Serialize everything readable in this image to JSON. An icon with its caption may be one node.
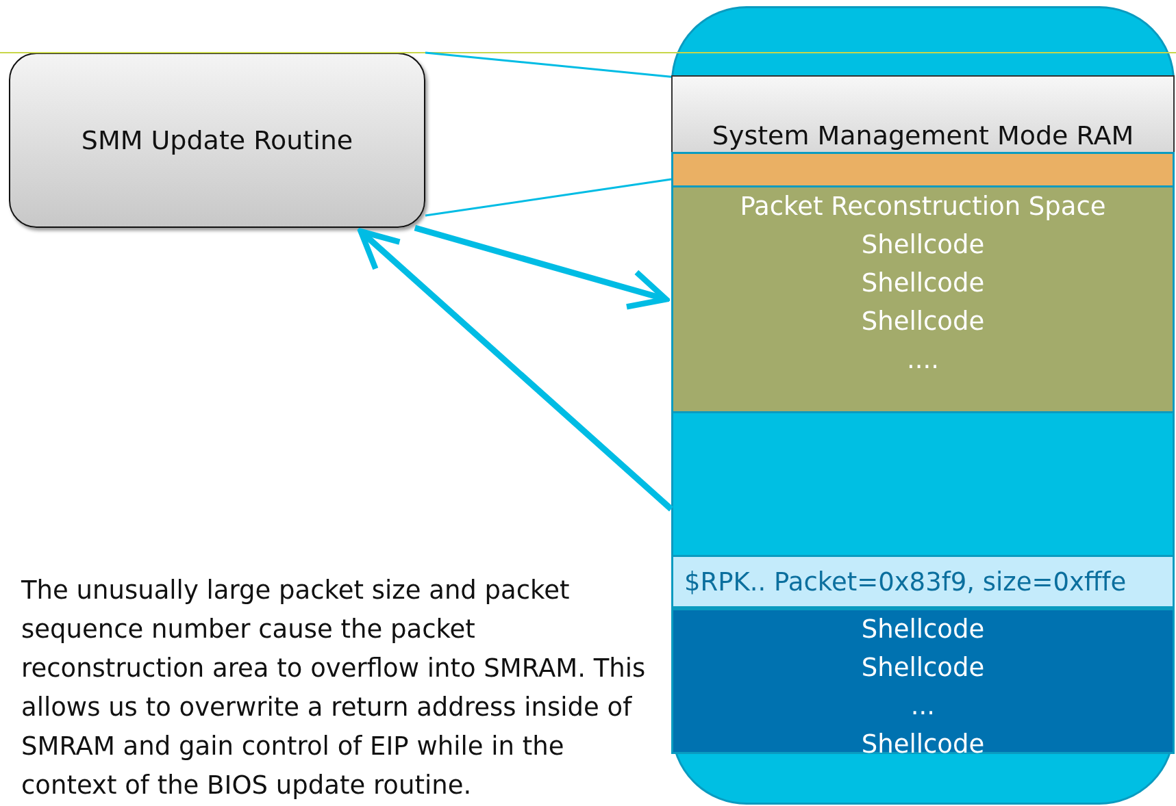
{
  "diagram": {
    "nodes": [
      {
        "text": [
          "SMM Update Routine"
        ]
      },
      {
        "text": [],
        "shape": "box"
      },
      {
        "text": [
          "System Management Mode RAM"
        ],
        "in": 1
      },
      {
        "text": [],
        "shape": "bar",
        "in": 1
      },
      {
        "text": [
          "Packet Reconstruction Space",
          "Shellcode",
          "Shellcode",
          "Shellcode",
          "...."
        ],
        "in": 1
      },
      {
        "text": [
          "$RPK.. Packet=0x83f9, size=0xfffe"
        ],
        "in": 1
      },
      {
        "text": [
          "Shellcode",
          "Shellcode",
          "...",
          "Shellcode"
        ],
        "in": 1
      }
    ],
    "edges": [
      {
        "from": 0,
        "to": 2,
        "arrow": "none"
      },
      {
        "from": 0,
        "to": 3,
        "arrow": "none"
      },
      {
        "from": 0,
        "to": 4,
        "arrow": "to",
        "style": "thick"
      },
      {
        "from": 1,
        "to": 0,
        "arrow": "to",
        "style": "thick"
      }
    ],
    "labels": [
      "The unusually large packet size and packet sequence number cause the packet reconstruction area to overflow into SMRAM. This allows us to overwrite a return address inside of SMRAM and gain control of EIP while in the context of the BIOS update routine."
    ]
  }
}
